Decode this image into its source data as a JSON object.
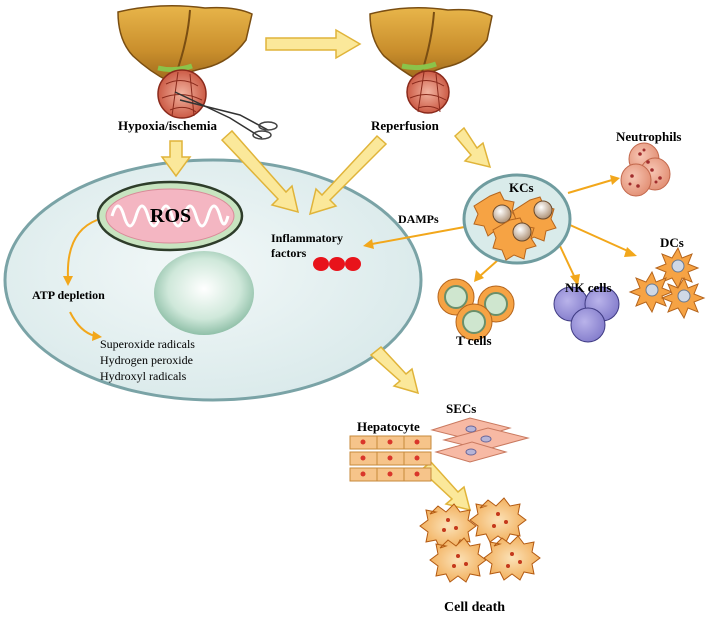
{
  "labels": {
    "hypoxia": "Hypoxia/ischemia",
    "reperfusion": "Reperfusion",
    "neutrophils": "Neutrophils",
    "kcs": "KCs",
    "damps": "DAMPs",
    "dcs": "DCs",
    "inflammatory_1": "Inflammatory",
    "inflammatory_2": "factors",
    "ros": "ROS",
    "atp": "ATP depletion",
    "nk": "NK cells",
    "tcells": "T cells",
    "superoxide": "Superoxide radicals",
    "h2o2": "Hydrogen peroxide",
    "hydroxyl": "Hydroxyl radicals",
    "hepatocyte": "Hepatocyte",
    "secs": "SECs",
    "death": "Cell death"
  }
}
